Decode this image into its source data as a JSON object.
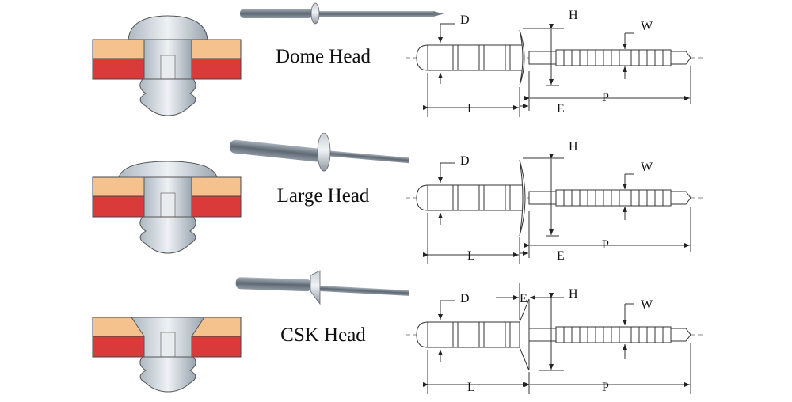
{
  "rows": [
    {
      "type_label": "Dome Head",
      "dims": {
        "D": "D",
        "H": "H",
        "W": "W",
        "L": "L",
        "E": "E",
        "P": "P"
      }
    },
    {
      "type_label": "Large Head",
      "dims": {
        "D": "D",
        "H": "H",
        "W": "W",
        "L": "L",
        "E": "E",
        "P": "P"
      }
    },
    {
      "type_label": "CSK Head",
      "dims": {
        "D": "D",
        "H": "H",
        "W": "W",
        "L": "L",
        "E": "E",
        "P": "P"
      }
    }
  ],
  "colors": {
    "top_layer": "#f5c28e",
    "bottom_layer": "#db3a3a",
    "rivet_steel": "#c9d2da",
    "mandrel": "#7f8a95",
    "drawing_line": "#333333"
  }
}
